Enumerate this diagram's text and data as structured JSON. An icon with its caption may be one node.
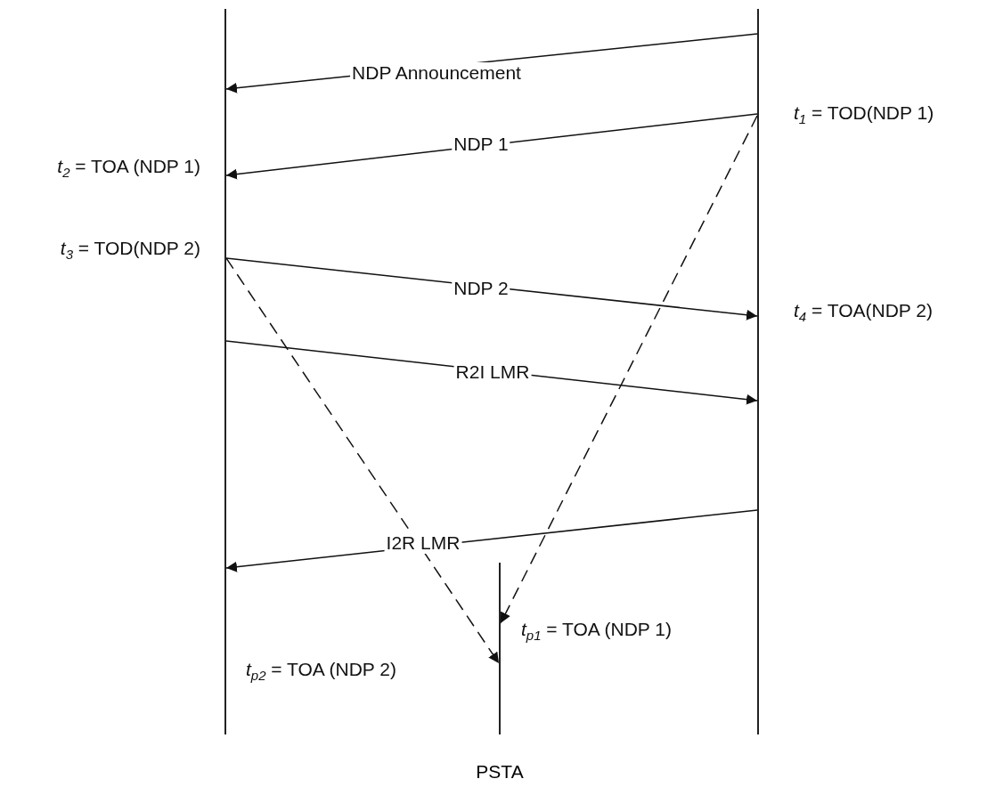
{
  "diagram": {
    "nodes": [
      {
        "text": [],
        "shape": "line"
      },
      {
        "text": [],
        "shape": "line"
      },
      {
        "text": [
          "PSTA"
        ]
      }
    ],
    "edges": [
      {
        "from": 1,
        "to": 0,
        "arrow": "to",
        "label": "NDP Announcement"
      },
      {
        "from": 1,
        "to": 0,
        "arrow": "to",
        "label": "NDP 1"
      },
      {
        "from": 0,
        "to": 1,
        "arrow": "to",
        "label": "NDP 2"
      },
      {
        "from": 0,
        "to": 1,
        "arrow": "to",
        "label": "R2I LMR"
      },
      {
        "from": 1,
        "to": 0,
        "arrow": "to",
        "label": "I2R LMR"
      },
      {
        "from": 1,
        "to": 2,
        "arrow": "to",
        "style": "dashed"
      },
      {
        "from": 0,
        "to": 2,
        "arrow": "to",
        "style": "dashed"
      }
    ],
    "labels": [
      "*t*$_{1}$ = TOD(NDP 1)",
      "*t*$_{2}$ = TOA (NDP 1)",
      "*t*$_{3}$ = TOD(NDP 2)",
      "*t*$_{4}$ = TOA(NDP 2)",
      "*t*$_{p1}$ = TOA (NDP 1)",
      "*t*$_{p2}$ = TOA (NDP 2)"
    ]
  }
}
